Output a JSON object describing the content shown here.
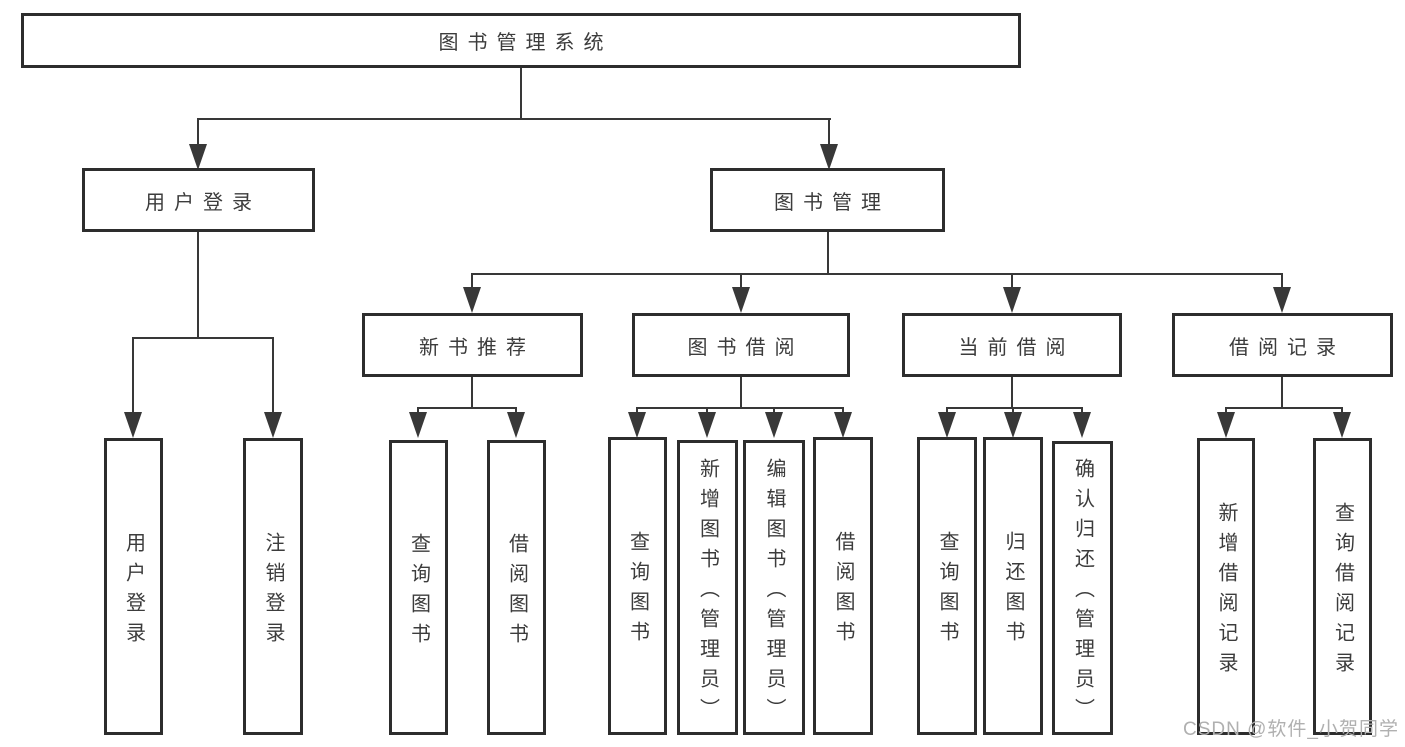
{
  "tree": {
    "root": "图书管理系统",
    "children": [
      {
        "label": "用户登录",
        "children": [
          "用户登录",
          "注销登录"
        ]
      },
      {
        "label": "图书管理",
        "children": [
          {
            "label": "新书推荐",
            "children": [
              "查询图书",
              "借阅图书"
            ]
          },
          {
            "label": "图书借阅",
            "children": [
              "查询图书",
              "新增图书（管理员）",
              "编辑图书（管理员）",
              "借阅图书"
            ]
          },
          {
            "label": "当前借阅",
            "children": [
              "查询图书",
              "归还图书",
              "确认归还（管理员）"
            ]
          },
          {
            "label": "借阅记录",
            "children": [
              "新增借阅记录",
              "查询借阅记录"
            ]
          }
        ]
      }
    ]
  },
  "watermark": "CSDN @软件_小贺同学",
  "colors": {
    "line": "#383838",
    "box_border": "#2d2d2d",
    "text": "#3c3c3c",
    "watermark": "#b0b0b0",
    "background": "#ffffff"
  }
}
